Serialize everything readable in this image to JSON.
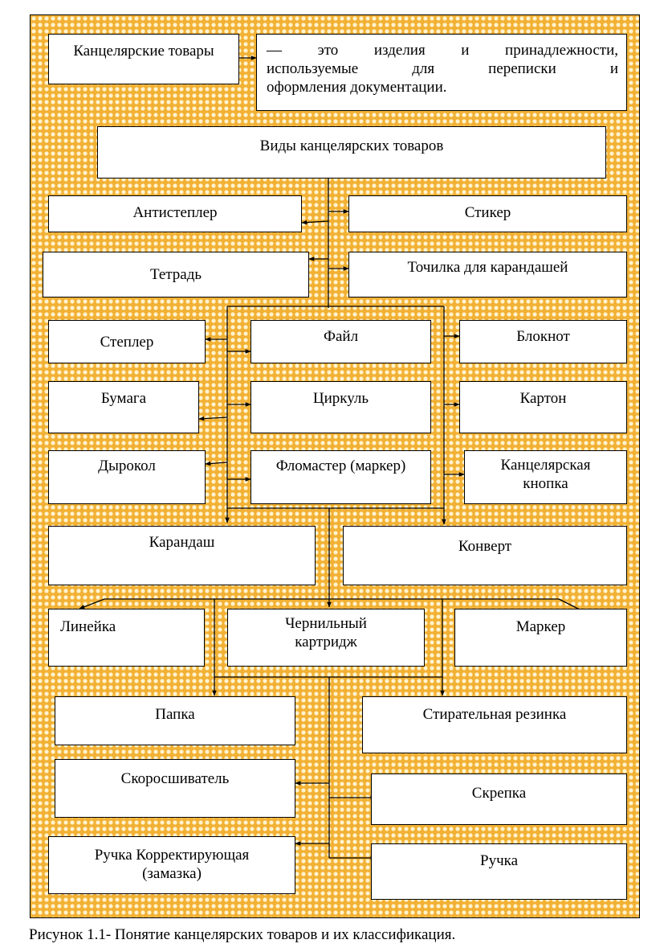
{
  "definition": {
    "term": "Канцелярские товары",
    "line1": "— это изделия и принадлежности,",
    "line2": "используемые для переписки и",
    "line3": "оформления документации."
  },
  "root": "Виды канцелярских товаров",
  "items": {
    "antistepler": "Антистеплер",
    "sticker": "Стикер",
    "tetrad": "Тетрадь",
    "tochilka": "Точилка для карандашей",
    "stepler": "Степлер",
    "fail": "Файл",
    "bloknot": "Блокнот",
    "bumaga": "Бумага",
    "tsirkul": "Циркуль",
    "karton": "Картон",
    "dyrokol": "Дырокол",
    "flomaster": "Фломастер (маркер)",
    "knopka_1": "Канцелярская",
    "knopka_2": "кнопка",
    "karandash": "Карандаш",
    "konvert": "Конверт",
    "lineyka": "Линейка",
    "kartridzh_1": "Чернильный",
    "kartridzh_2": "картридж",
    "marker": "Маркер",
    "papka": "Папка",
    "rezinka": "Стирательная резинка",
    "skorosshivatel": "Скоросшиватель",
    "skrepka": "Скрепка",
    "zamazka_1": "Ручка Корректирующая",
    "zamazka_2": "(замазка)",
    "ruchka": "Ручка"
  },
  "caption": "Рисунок 1.1- Понятие канцелярских товаров и их  классификация."
}
